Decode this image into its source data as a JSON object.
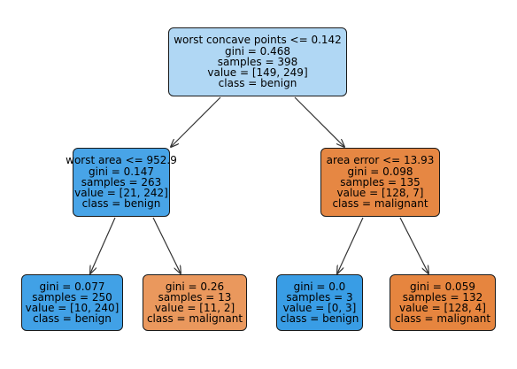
{
  "tree": {
    "root": {
      "lines": [
        "worst concave points <= 0.142",
        "gini = 0.468",
        "samples = 398",
        "value = [149, 249]",
        "class = benign"
      ],
      "color": "#b0d7f4"
    },
    "left": {
      "lines": [
        "worst area <= 952.9",
        "gini = 0.147",
        "samples = 263",
        "value = [21, 242]",
        "class = benign"
      ],
      "color": "#48a4e7"
    },
    "right": {
      "lines": [
        "area error <= 13.93",
        "gini = 0.098",
        "samples = 135",
        "value = [128, 7]",
        "class = malignant"
      ],
      "color": "#e68743"
    },
    "left_left": {
      "lines": [
        "gini = 0.077",
        "samples = 250",
        "value = [10, 240]",
        "class = benign"
      ],
      "color": "#41a1e6"
    },
    "left_right": {
      "lines": [
        "gini = 0.26",
        "samples = 13",
        "value = [11, 2]",
        "class = malignant"
      ],
      "color": "#ea985d"
    },
    "right_left": {
      "lines": [
        "gini = 0.0",
        "samples = 3",
        "value = [0, 3]",
        "class = benign"
      ],
      "color": "#399de5"
    },
    "right_right": {
      "lines": [
        "gini = 0.059",
        "samples = 132",
        "value = [128, 4]",
        "class = malignant"
      ],
      "color": "#e6853f"
    }
  }
}
